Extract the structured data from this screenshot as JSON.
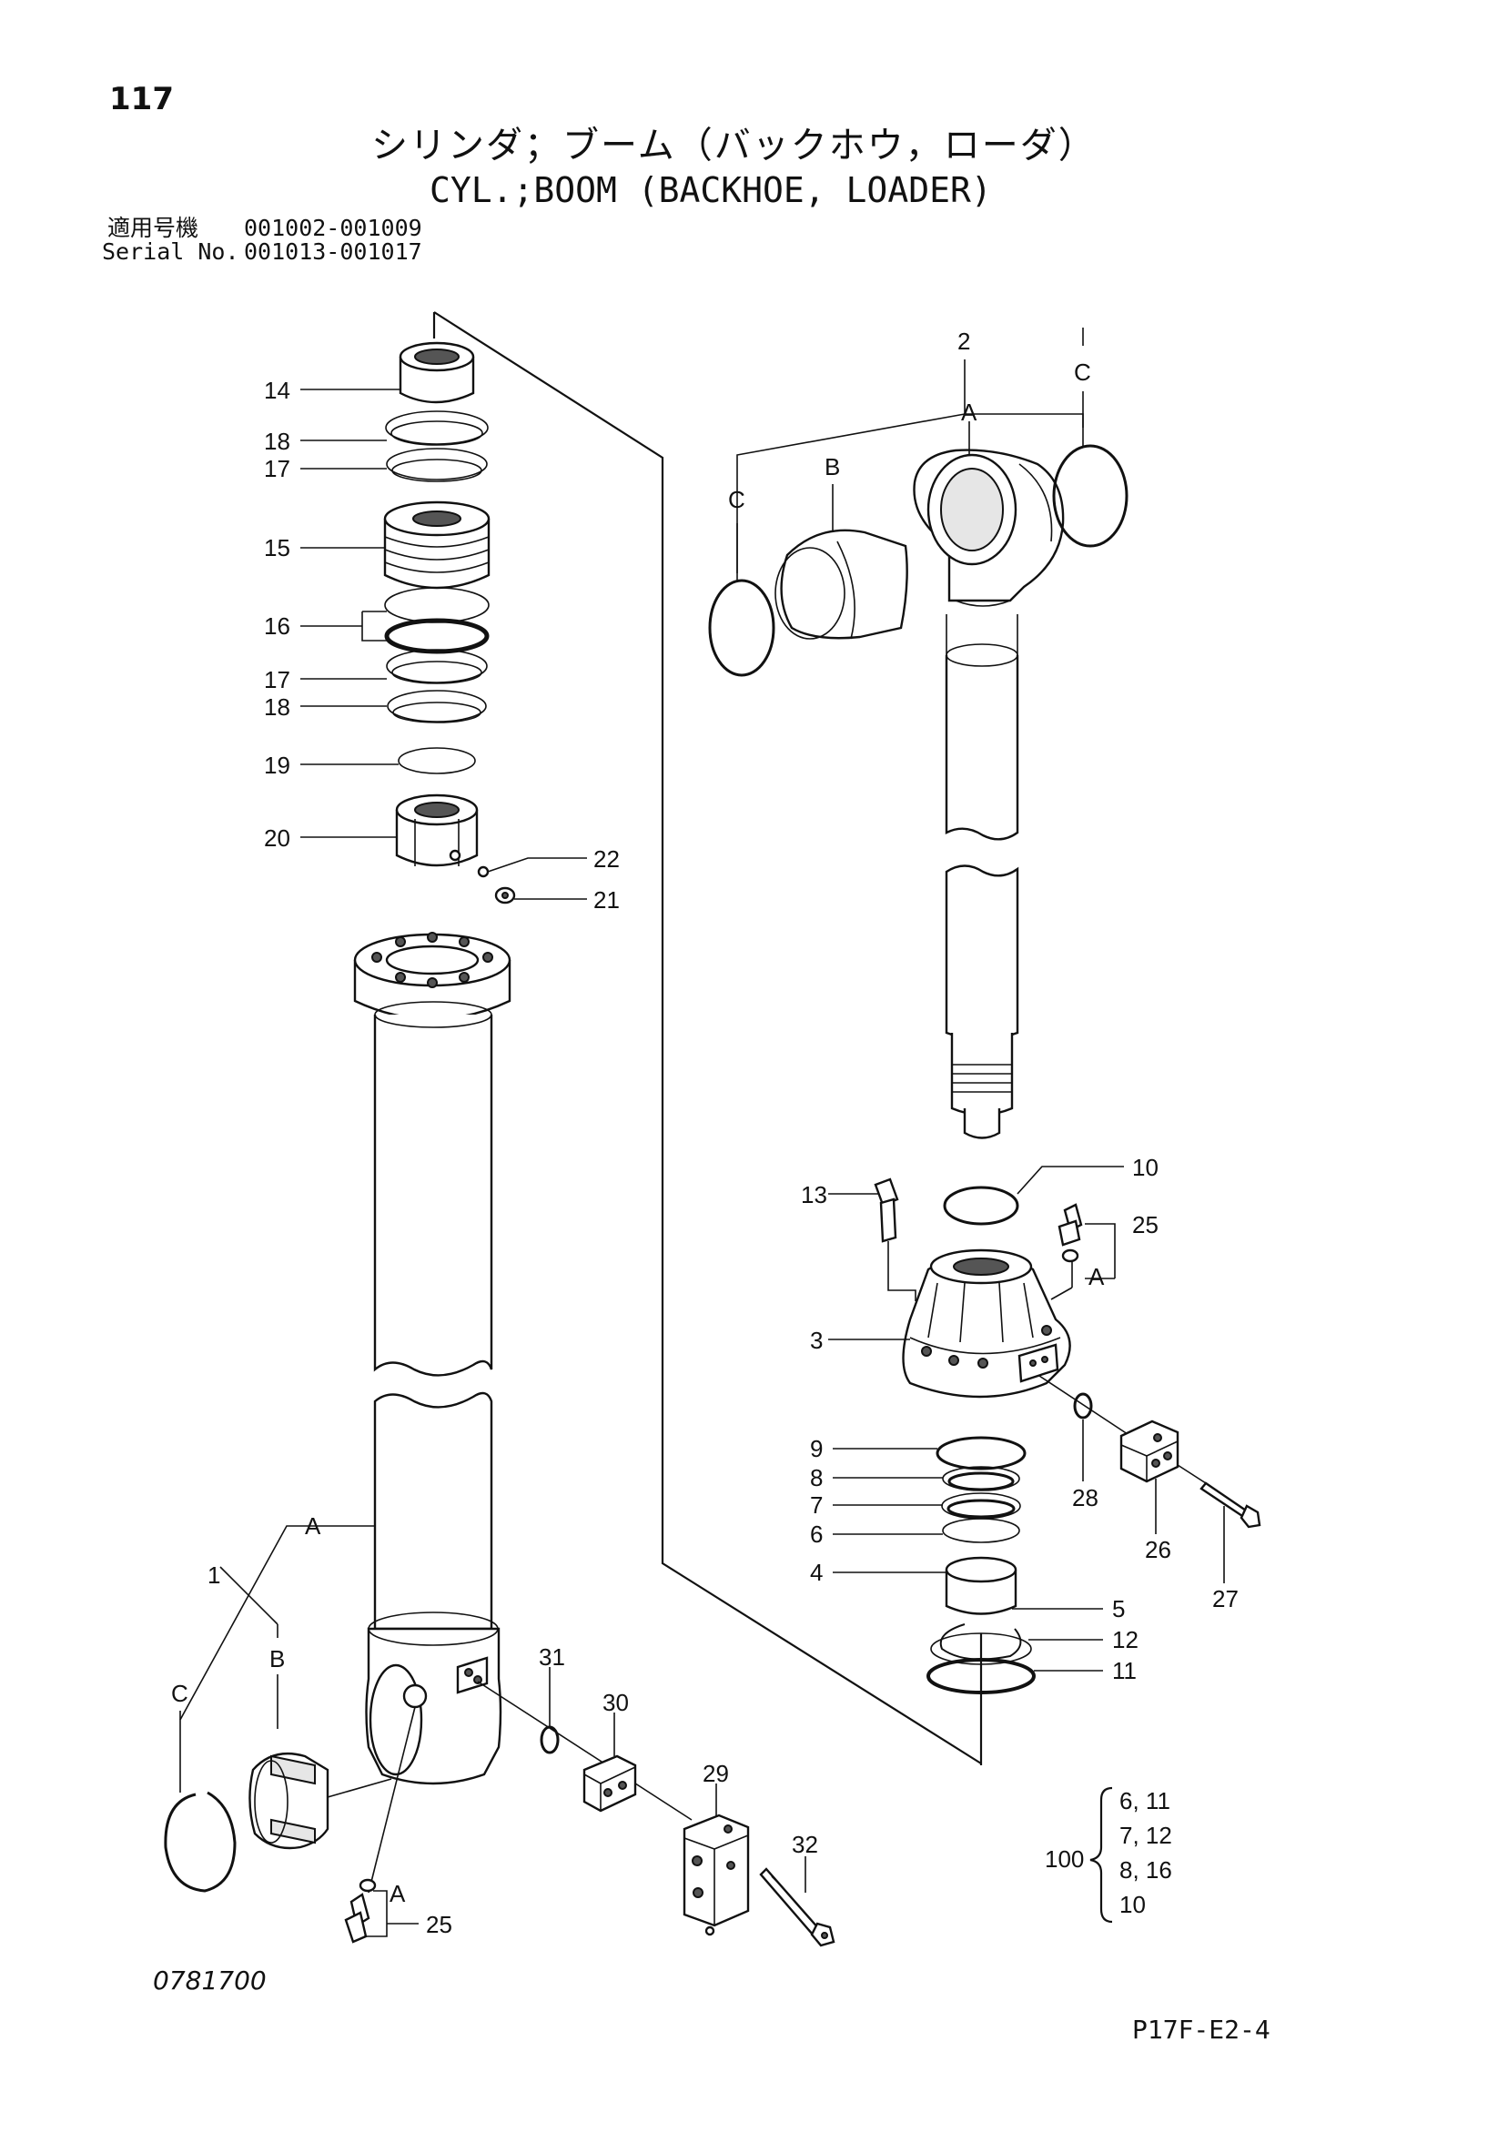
{
  "page_number": "117",
  "title_jp": "シリンダ；ブーム（バックホウ，ローダ）",
  "title_en": "CYL.;BOOM (BACKHOE, LOADER)",
  "serial_lines": [
    {
      "label": "適用号機",
      "range": "001002-001009"
    },
    {
      "label": "Serial No.",
      "range": "001013-001017"
    }
  ],
  "callouts": {
    "c14": "14",
    "c18a": "18",
    "c17a": "17",
    "c15": "15",
    "c16": "16",
    "c17b": "17",
    "c18b": "18",
    "c19": "19",
    "c20": "20",
    "c22": "22",
    "c21": "21",
    "c2": "2",
    "c2A": "A",
    "c2B": "B",
    "c2C1": "C",
    "c2C2": "C",
    "c10": "10",
    "c13": "13",
    "c25a": "25",
    "c25aA": "A",
    "c3": "3",
    "c28": "28",
    "c26": "26",
    "c27": "27",
    "c9": "9",
    "c8": "8",
    "c7": "7",
    "c6": "6",
    "c4": "4",
    "c5": "5",
    "c12": "12",
    "c11": "11",
    "c1": "1",
    "c1A": "A",
    "c1B": "B",
    "c1C": "C",
    "c31": "31",
    "c30": "30",
    "c29": "29",
    "c32": "32",
    "c25b": "25",
    "c25bA": "A"
  },
  "kit": {
    "number": "100",
    "items": [
      "6, 11",
      "7, 12",
      "8, 16",
      "10"
    ]
  },
  "doc_code": "0781700",
  "sheet_code": "P17F-E2-4"
}
